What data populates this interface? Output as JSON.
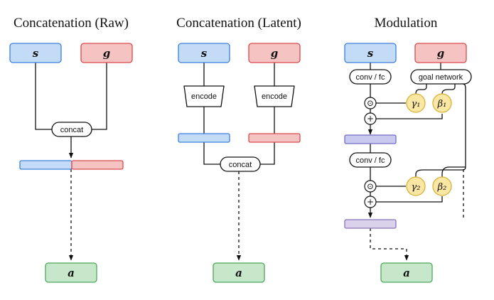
{
  "panels": {
    "raw": {
      "title": "Concatenation (Raw)",
      "state": "s",
      "goal": "g",
      "concat_label": "concat",
      "action": "a"
    },
    "latent": {
      "title": "Concatenation (Latent)",
      "state": "s",
      "goal": "g",
      "encode_label_state": "encode",
      "encode_label_goal": "encode",
      "concat_label": "concat",
      "action": "a"
    },
    "modulation": {
      "title": "Modulation",
      "state": "s",
      "goal": "g",
      "layer1_label": "conv / fc",
      "goal_network_label": "goal network",
      "gamma1": "γ₁",
      "beta1": "β₁",
      "layer2_label": "conv / fc",
      "gamma2": "γ₂",
      "beta2": "β₂",
      "multiply_symbol": "⊙",
      "add_symbol": "+",
      "action": "a"
    }
  },
  "colors": {
    "state_fill": "#c3dbf6",
    "state_stroke": "#3d7fd9",
    "goal_fill": "#f6c3c3",
    "goal_stroke": "#d94a4a",
    "action_fill": "#c6e7c9",
    "action_stroke": "#4ca85c",
    "film_fill": "#fbe7a4",
    "film_stroke": "#d6b23a"
  }
}
